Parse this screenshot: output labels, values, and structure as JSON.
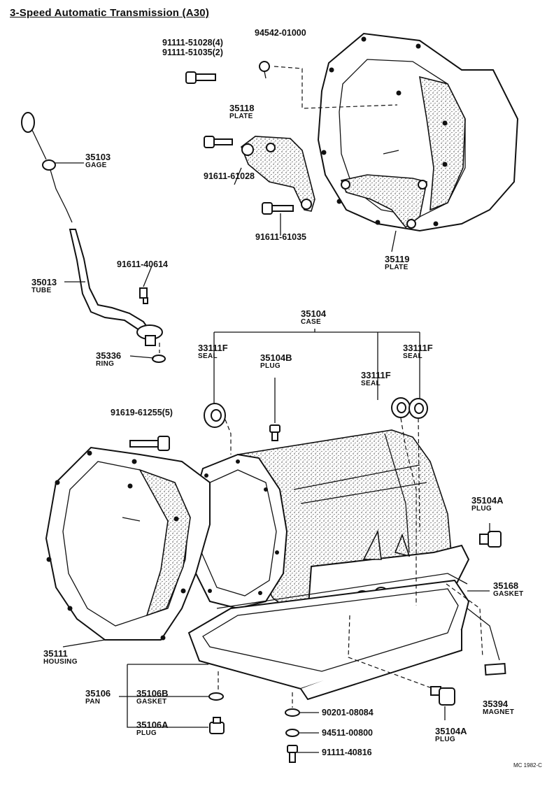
{
  "title": "3-Speed Automatic Transmission (A30)",
  "drawing_code": "MC 1982-C",
  "labels": {
    "p9111151028": "91111-51028(4)",
    "p9111151035": "91111-51035(2)",
    "p9454201000": "94542-01000",
    "c35118_num": "35118",
    "c35118_name": "PLATE",
    "p9161161028": "91611-61028",
    "p9161161035": "91611-61035",
    "c35119_num": "35119",
    "c35119_name": "PLATE",
    "c35103_num": "35103",
    "c35103_name": "GAGE",
    "c35013_num": "35013",
    "c35013_name": "TUBE",
    "p9161140614": "91611-40614",
    "c35336_num": "35336",
    "c35336_name": "RING",
    "c35104_num": "35104",
    "c35104_name": "CASE",
    "seal_left_num": "33111F",
    "seal_left_name": "SEAL",
    "c35104B_num": "35104B",
    "c35104B_name": "PLUG",
    "seal_mid_num": "33111F",
    "seal_mid_name": "SEAL",
    "seal_right_num": "33111F",
    "seal_right_name": "SEAL",
    "p9161961255": "91619-61255(5)",
    "c35104A_top_num": "35104A",
    "c35104A_top_name": "PLUG",
    "c35168_num": "35168",
    "c35168_name": "GASKET",
    "c35111_num": "35111",
    "c35111_name": "HOUSING",
    "c35394_num": "35394",
    "c35394_name": "MAGNET",
    "c35106_num": "35106",
    "c35106_name": "PAN",
    "c35106B_num": "35106B",
    "c35106B_name": "GASKET",
    "c35106A_num": "35106A",
    "c35106A_name": "PLUG",
    "p9020108084": "90201-08084",
    "p9451100800": "94511-00800",
    "p9111140816": "91111-40816",
    "c35104A_bot_num": "35104A",
    "c35104A_bot_name": "PLUG"
  }
}
